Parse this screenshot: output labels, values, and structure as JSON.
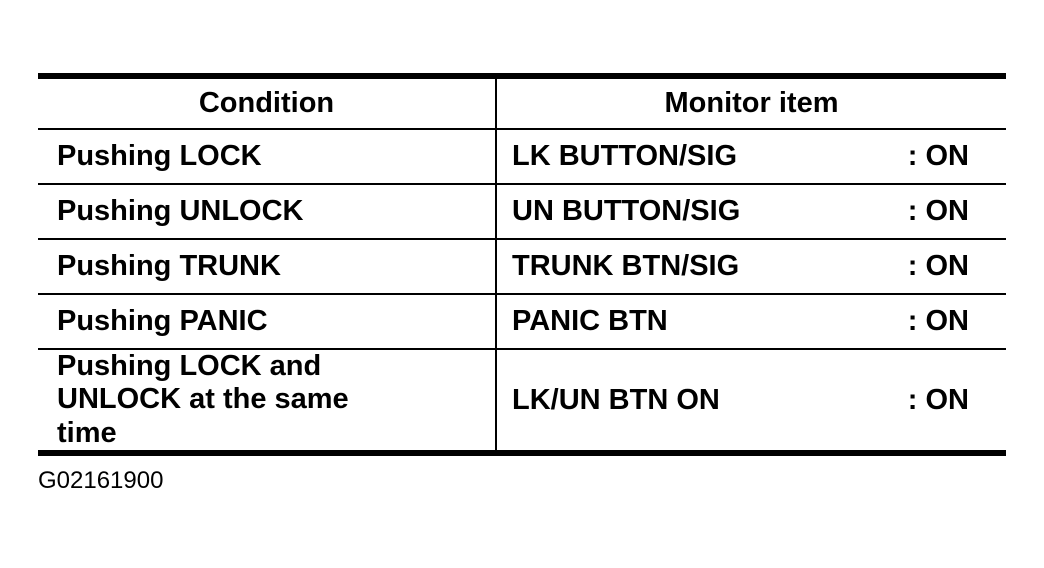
{
  "colors": {
    "background": "#ffffff",
    "text": "#000000",
    "rule": "#000000"
  },
  "table": {
    "column_headers": [
      "Condition",
      "Monitor item"
    ],
    "rows": [
      {
        "condition": "Pushing LOCK",
        "monitor_item": "LK BUTTON/SIG",
        "state": ": ON"
      },
      {
        "condition": "Pushing UNLOCK",
        "monitor_item": "UN BUTTON/SIG",
        "state": ": ON"
      },
      {
        "condition": "Pushing TRUNK",
        "monitor_item": "TRUNK BTN/SIG",
        "state": ": ON"
      },
      {
        "condition": "Pushing PANIC",
        "monitor_item": "PANIC BTN",
        "state": ": ON"
      },
      {
        "condition": "Pushing LOCK and UNLOCK at the same time",
        "monitor_item": "LK/UN BTN ON",
        "state": ": ON"
      }
    ]
  },
  "figure_code": "G02161900"
}
